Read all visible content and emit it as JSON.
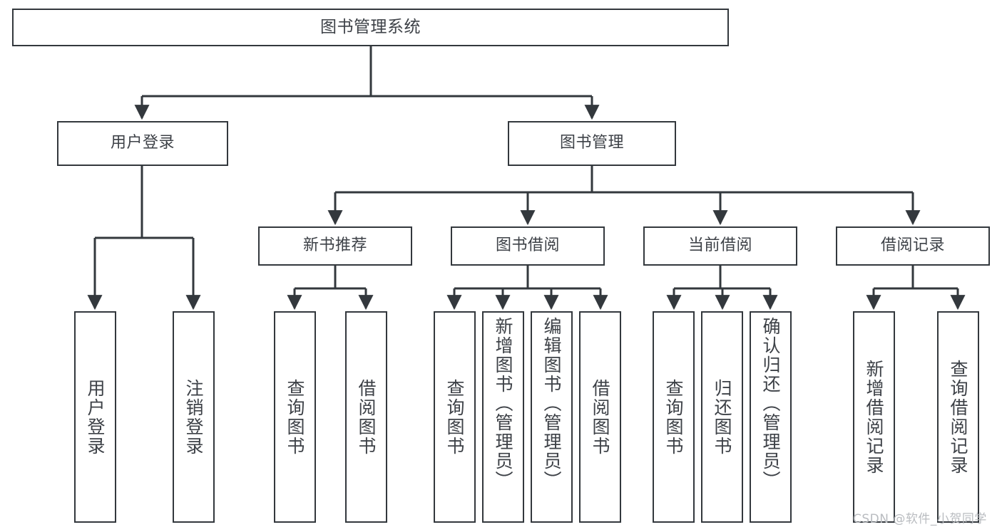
{
  "diagram": {
    "title": "图书管理系统",
    "watermark": "CSDN @软件_小贺同学",
    "colors": {
      "stroke": "#33383d",
      "text": "#3d4147",
      "background": "#ffffff",
      "watermark": "#b9bcc0"
    },
    "levels": {
      "root": {
        "label": "图书管理系统"
      },
      "level1": [
        {
          "label": "用户登录"
        },
        {
          "label": "图书管理"
        }
      ],
      "level2": [
        {
          "label": "新书推荐"
        },
        {
          "label": "图书借阅"
        },
        {
          "label": "当前借阅"
        },
        {
          "label": "借阅记录"
        }
      ],
      "leaves_user_login": [
        {
          "label": "用户登录"
        },
        {
          "label": "注销登录"
        }
      ],
      "leaves_new_book": [
        {
          "label": "查询图书"
        },
        {
          "label": "借阅图书"
        }
      ],
      "leaves_borrow": [
        {
          "label": "查询图书"
        },
        {
          "label": "新增图书（管理员）"
        },
        {
          "label": "编辑图书（管理员）"
        },
        {
          "label": "借阅图书"
        }
      ],
      "leaves_current": [
        {
          "label": "查询图书"
        },
        {
          "label": "归还图书"
        },
        {
          "label": "确认归还（管理员）"
        }
      ],
      "leaves_record": [
        {
          "label": "新增借阅记录"
        },
        {
          "label": "查询借阅记录"
        }
      ]
    }
  }
}
